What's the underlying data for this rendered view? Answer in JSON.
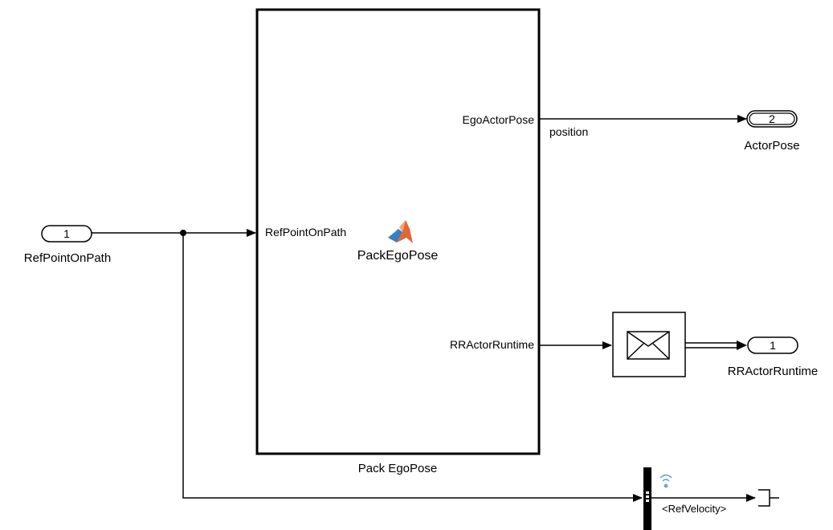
{
  "ports": {
    "inport_refpoint": {
      "number": "1",
      "label": "RefPointOnPath"
    },
    "outport_actorpose": {
      "number": "2",
      "label": "ActorPose"
    },
    "outport_runtime": {
      "number": "1",
      "label": "RRActorRuntime"
    }
  },
  "function_block": {
    "name": "Pack EgoPose",
    "function_name": "PackEgoPose",
    "input_port": "RefPointOnPath",
    "output_port_1": "EgoActorPose",
    "output_port_2": "RRActorRuntime"
  },
  "signals": {
    "pose_signal": "position",
    "selected_signal": "<RefVelocity>"
  },
  "icons": {
    "function_icon": "matlab-logo-icon",
    "message_icon": "envelope-icon",
    "bus_icon": "bus-selector-icon",
    "terminator_icon": "terminator-icon",
    "wireless_icon": "wireless-icon"
  },
  "colors": {
    "line": "#000000",
    "matlab_orange": "#e16737",
    "matlab_blue": "#3b7fbf",
    "wireless": "#6fa8dc"
  }
}
